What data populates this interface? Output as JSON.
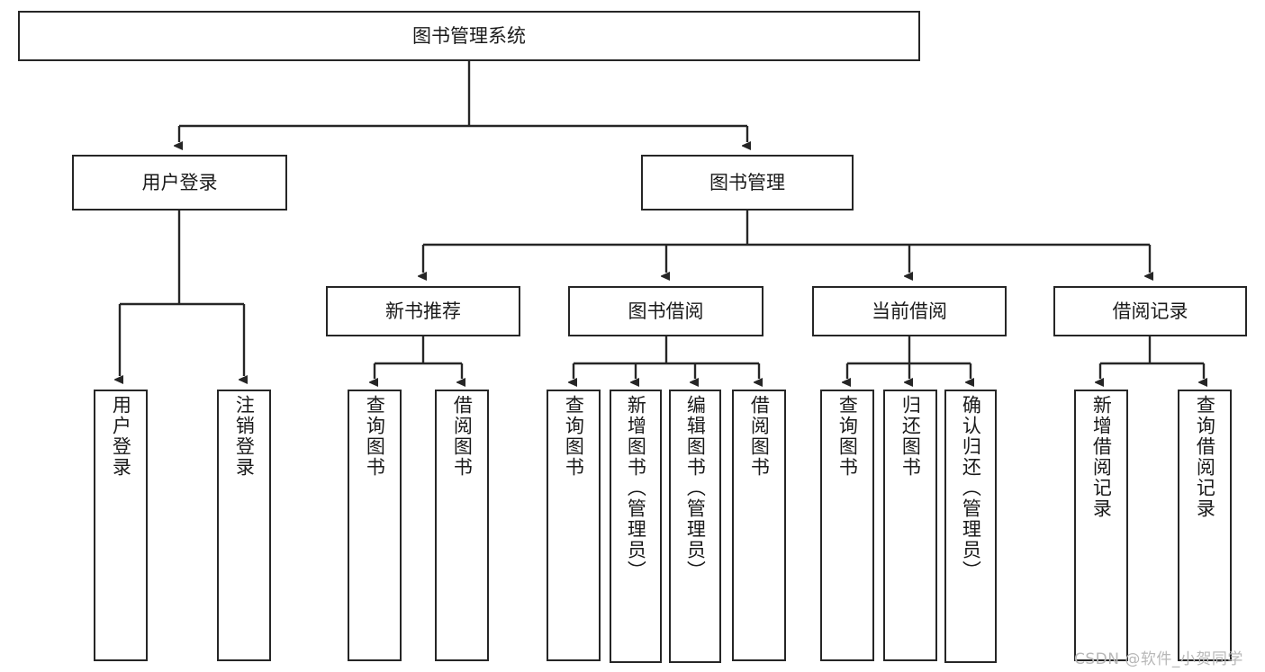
{
  "diagram": {
    "type": "hierarchy-tree",
    "title": "图书管理系统",
    "levels": 3,
    "colors": {
      "box_border": "#262626",
      "box_fill": "#ffffff",
      "connector": "#262626",
      "text": "#1a1a1a",
      "watermark": "#b8b8b8",
      "background": "#ffffff"
    },
    "root": {
      "label": "图书管理系统"
    },
    "level2": [
      {
        "label": "用户登录"
      },
      {
        "label": "图书管理"
      }
    ],
    "level3": [
      {
        "label": "新书推荐"
      },
      {
        "label": "图书借阅"
      },
      {
        "label": "当前借阅"
      },
      {
        "label": "借阅记录"
      }
    ],
    "leaves": {
      "user_login": [
        {
          "label": "用户登录"
        },
        {
          "label": "注销登录"
        }
      ],
      "new_book_recommend": [
        {
          "label": "查询图书"
        },
        {
          "label": "借阅图书"
        }
      ],
      "book_borrow": [
        {
          "label": "查询图书"
        },
        {
          "label": "新增图书（管理员）"
        },
        {
          "label": "编辑图书（管理员）"
        },
        {
          "label": "借阅图书"
        }
      ],
      "current_borrow": [
        {
          "label": "查询图书"
        },
        {
          "label": "归还图书"
        },
        {
          "label": "确认归还（管理员）"
        }
      ],
      "borrow_record": [
        {
          "label": "新增借阅记录"
        },
        {
          "label": "查询借阅记录"
        }
      ]
    }
  },
  "watermark": {
    "text": "CSDN @软件_小贺同学"
  }
}
